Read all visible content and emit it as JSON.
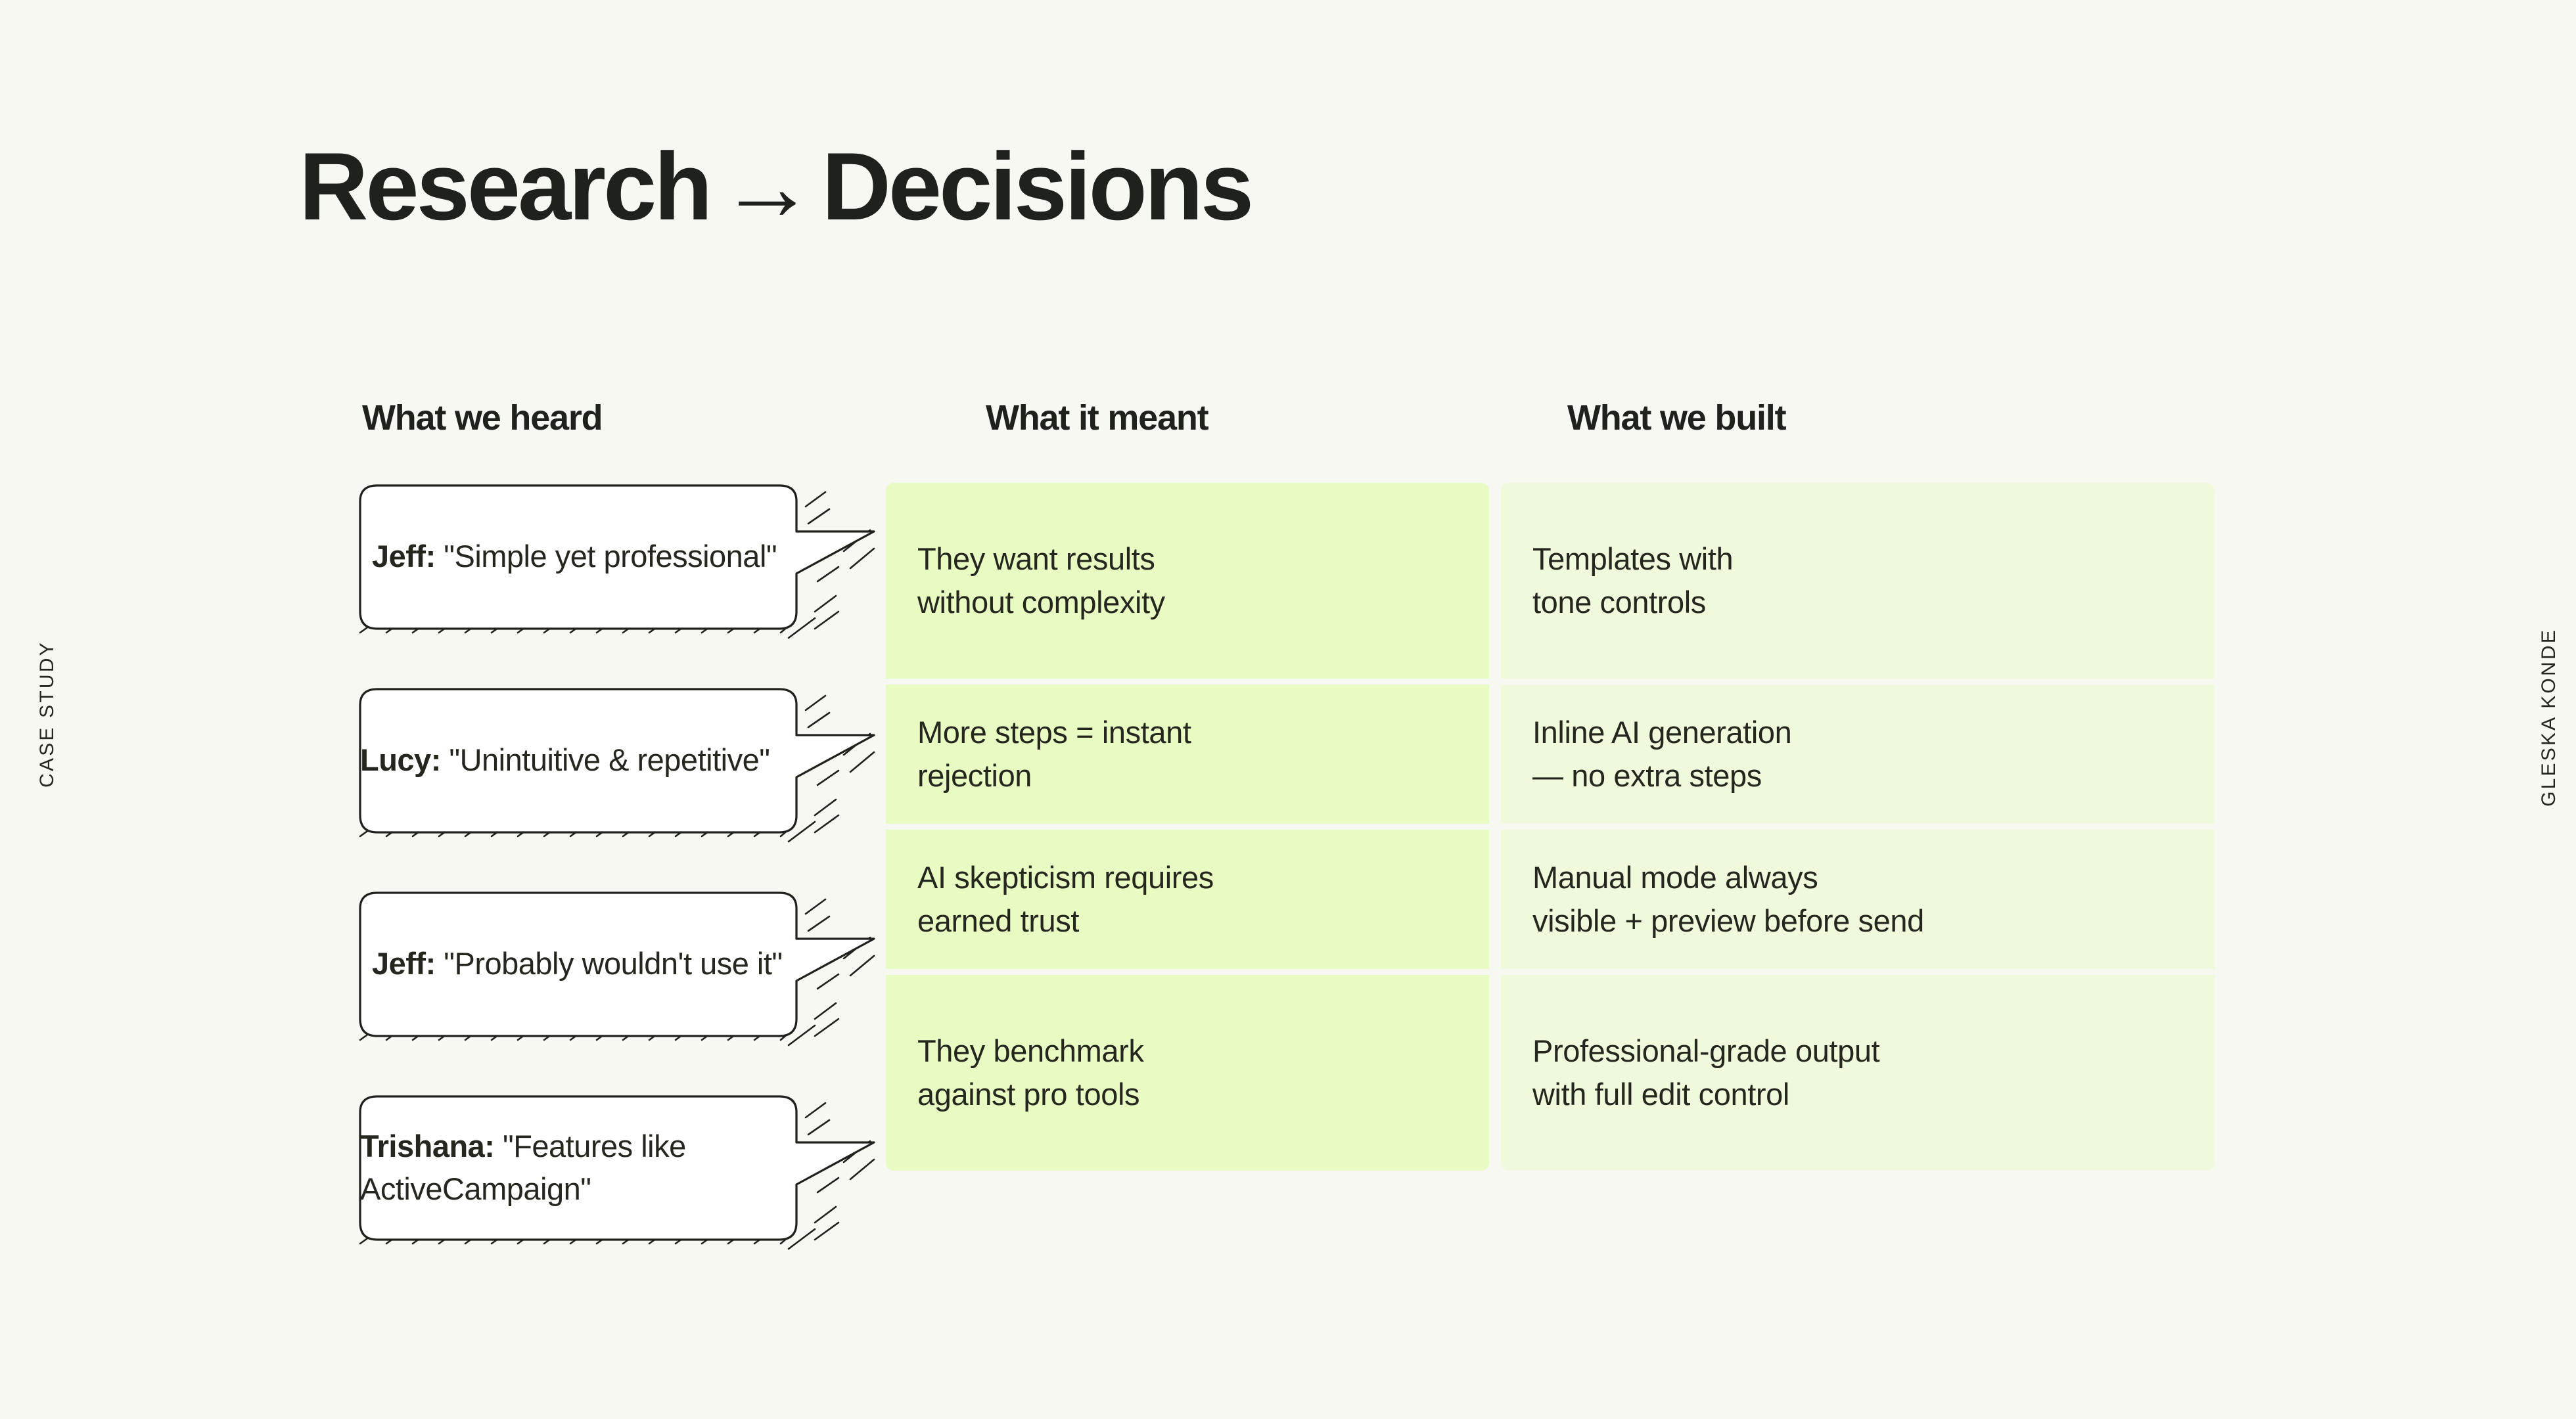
{
  "theme": {
    "background": "#f8f8f2",
    "text": "#25271f",
    "green_strong": "#e8fbc3",
    "green_light": "#eefadb",
    "bubble_fill": "#ffffff",
    "bubble_stroke": "#1f211c"
  },
  "side": {
    "left_label": "CASE STUDY",
    "right_label": "GLESKA KONDE"
  },
  "title": {
    "left": "Research",
    "arrow": "→",
    "right": "Decisions"
  },
  "headers": [
    "What we heard",
    "What it meant",
    "What we built"
  ],
  "rows": [
    {
      "quote": {
        "who": "Jeff:",
        "text": " \"Simple yet professional\""
      },
      "meant": {
        "line1": "They want results",
        "line2": "without complexity"
      },
      "built": {
        "line1": "Templates with",
        "line2": "tone controls"
      }
    },
    {
      "quote": {
        "who": "Lucy:",
        "text": " \"Unintuitive & repetitive\""
      },
      "meant": {
        "line1": "More steps = instant",
        "line2": "rejection"
      },
      "built": {
        "line1": "Inline AI generation",
        "line2": "— no extra steps"
      }
    },
    {
      "quote": {
        "who": "Jeff:",
        "text": " \"Probably wouldn't use it\""
      },
      "meant": {
        "line1": "AI skepticism requires",
        "line2": "earned trust"
      },
      "built": {
        "line1": "Manual mode always",
        "line2": "visible + preview before send"
      }
    },
    {
      "quote": {
        "who": "Trishana:",
        "text": " \"Features like ActiveCampaign\""
      },
      "meant": {
        "line1": "They benchmark",
        "line2": "against pro tools"
      },
      "built": {
        "line1": "Professional-grade output",
        "line2": "with full edit control"
      }
    }
  ]
}
